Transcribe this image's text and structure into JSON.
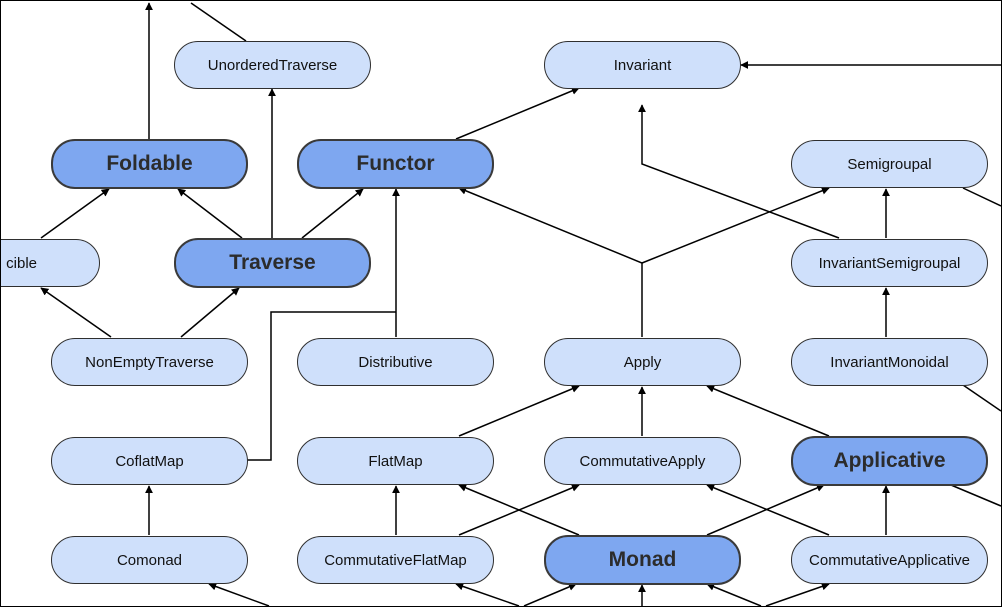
{
  "nodes": {
    "unordered_traverse": "UnorderedTraverse",
    "invariant": "Invariant",
    "foldable": "Foldable",
    "functor": "Functor",
    "semigroupal": "Semigroupal",
    "reducible": "cible",
    "traverse": "Traverse",
    "invariant_semigroupal": "InvariantSemigroupal",
    "non_empty_traverse": "NonEmptyTraverse",
    "distributive": "Distributive",
    "apply": "Apply",
    "invariant_monoidal": "InvariantMonoidal",
    "coflatmap": "CoflatMap",
    "flatmap": "FlatMap",
    "commutative_apply": "CommutativeApply",
    "applicative": "Applicative",
    "comonad": "Comonad",
    "commutative_flatmap": "CommutativeFlatMap",
    "monad": "Monad",
    "commutative_applicative": "CommutativeApplicative"
  },
  "colors": {
    "node_fill": "#cfe0fb",
    "major_node_fill": "#7ea7f0",
    "edge": "#000000"
  }
}
